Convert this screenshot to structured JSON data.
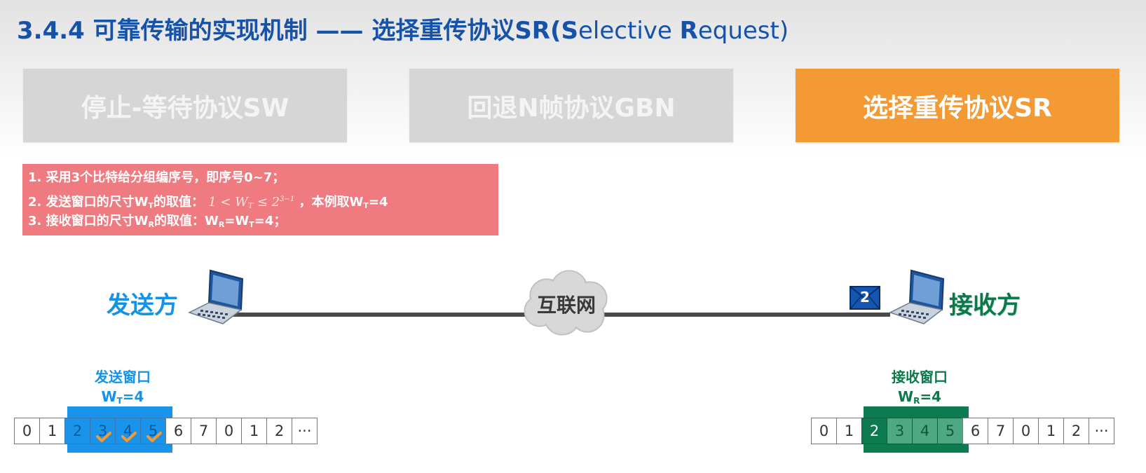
{
  "header": {
    "title_bold": "3.4.4 可靠传输的实现机制 —— 选择重传协议SR(S",
    "title_light1": "elective ",
    "title_bold2": "R",
    "title_light2": "equest)"
  },
  "tabs": [
    {
      "label": "停止-等待协议SW",
      "active": false
    },
    {
      "label": "回退N帧协议GBN",
      "active": false
    },
    {
      "label": "选择重传协议SR",
      "active": true
    }
  ],
  "info": {
    "line1": "1. 采用3个比特给分组编序号，即序号0~7；",
    "line2_prefix": "2. 发送窗口的尺寸W",
    "line2_sub": "T",
    "line2_mid": "的取值：",
    "line2_math": "1 < W",
    "line2_math_sub": "T",
    "line2_math_rest": " ≤ 2",
    "line2_math_exp": "3−1",
    "line2_suffix": "，本例取W",
    "line2_suffix_sub": "T",
    "line2_suffix_end": "=4",
    "line3_prefix": "3. 接收窗口的尺寸W",
    "line3_sub": "R",
    "line3_mid": "的取值：W",
    "line3_sub2": "R",
    "line3_eq": "=W",
    "line3_sub3": "T",
    "line3_end": "=4；"
  },
  "network": {
    "sender": "发送方",
    "receiver": "接收方",
    "cloud": "互联网",
    "packet_number": "2"
  },
  "send_window": {
    "title": "发送窗口",
    "size_prefix": "W",
    "size_sub": "T",
    "size_suffix": "=4",
    "sequence": [
      "0",
      "1",
      "2",
      "3",
      "4",
      "5",
      "6",
      "7",
      "0",
      "1",
      "2",
      "···"
    ],
    "acked": [
      3,
      4,
      5
    ]
  },
  "recv_window": {
    "title": "接收窗口",
    "size_prefix": "W",
    "size_sub": "R",
    "size_suffix": "=4",
    "sequence": [
      "0",
      "1",
      "2",
      "3",
      "4",
      "5",
      "6",
      "7",
      "0",
      "1",
      "2",
      "···"
    ],
    "received": [
      3,
      4,
      5
    ]
  },
  "colors": {
    "title": "#1552a8",
    "tab_active": "#f39a35",
    "tab_inactive": "#d6d6d6",
    "info_bg": "#ef7b80",
    "sender": "#1492e6",
    "receiver": "#0b7a4a",
    "check": "#f39a35"
  }
}
